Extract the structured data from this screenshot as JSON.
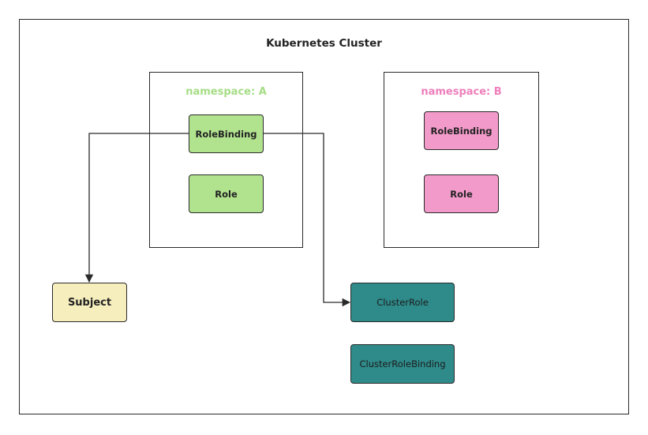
{
  "cluster": {
    "title": "Kubernetes Cluster"
  },
  "namespaces": [
    {
      "label": "namespace: A",
      "label_color": "#a6dd86",
      "items": [
        "RoleBinding",
        "Role"
      ]
    },
    {
      "label": "namespace: B",
      "label_color": "#ee7fbb",
      "items": [
        "RoleBinding",
        "Role"
      ]
    }
  ],
  "nodes": {
    "subject": "Subject",
    "cluster_role": "ClusterRole",
    "cluster_role_binding": "ClusterRoleBinding"
  },
  "colors": {
    "namespace_a_fill": "#b1e38f",
    "namespace_b_fill": "#f29ac9",
    "subject_fill": "#f7eebe",
    "cluster_node_fill": "#2f8a8a",
    "stroke": "#2a2a2a"
  }
}
